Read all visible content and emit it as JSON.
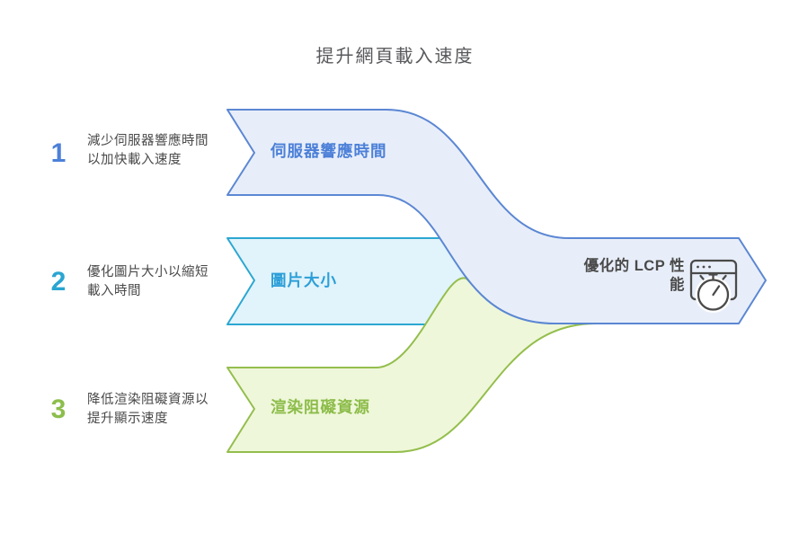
{
  "title": "提升網頁載入速度",
  "rows": [
    {
      "number": "1",
      "desc_line1": "減少伺服器響應時間",
      "desc_line2": "以加快載入速度",
      "band_label": "伺服器響應時間"
    },
    {
      "number": "2",
      "desc_line1": "優化圖片大小以縮短",
      "desc_line2": "載入時間",
      "band_label": "圖片大小"
    },
    {
      "number": "3",
      "desc_line1": "降低渲染阻礙資源以",
      "desc_line2": "提升顯示速度",
      "band_label": "渲染阻礙資源"
    }
  ],
  "outcome": {
    "label": "優化的 LCP 性能",
    "label_line1": "優化的 LCP 性",
    "label_line2": "能",
    "icon": "browser-stopwatch-icon"
  },
  "colors": {
    "band1_fill": "#e8eef9",
    "band1_stroke": "#5b87d3",
    "band1_text": "#4c80d8",
    "band2_fill": "#e1f3fb",
    "band2_stroke": "#2ba7d1",
    "band2_text": "#2b9fd8",
    "band3_fill": "#eff7da",
    "band3_stroke": "#94be4d",
    "band3_text": "#8cbc49",
    "title_text": "#58595c",
    "body_text": "#4a4a4a",
    "icon_stroke": "#4a4a4a",
    "background": "#ffffff"
  }
}
